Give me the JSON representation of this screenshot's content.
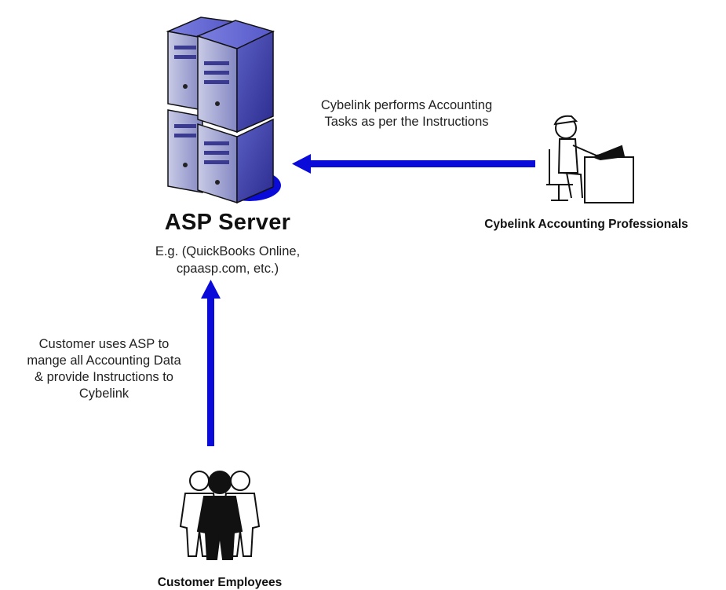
{
  "diagram": {
    "server": {
      "title": "ASP Server",
      "subtitle": "E.g. (QuickBooks Online,\ncpaasp.com, etc.)",
      "icon": "server-rack-icon"
    },
    "professionals": {
      "label": "Cybelink Accounting Professionals",
      "icon": "accountant-at-desk-icon"
    },
    "customers": {
      "label": "Customer Employees",
      "icon": "people-group-icon"
    },
    "edges": [
      {
        "from": "professionals",
        "to": "server",
        "label": "Cybelink performs Accounting\nTasks as per the Instructions"
      },
      {
        "from": "customers",
        "to": "server",
        "label": "Customer uses ASP to\nmange all Accounting Data\n& provide Instructions to\nCybelink"
      }
    ],
    "colors": {
      "arrow": "#0b0bd9",
      "server_front": "#4a4ab4",
      "server_side": "#8f93d0",
      "server_top": "#6a6ed9"
    }
  }
}
